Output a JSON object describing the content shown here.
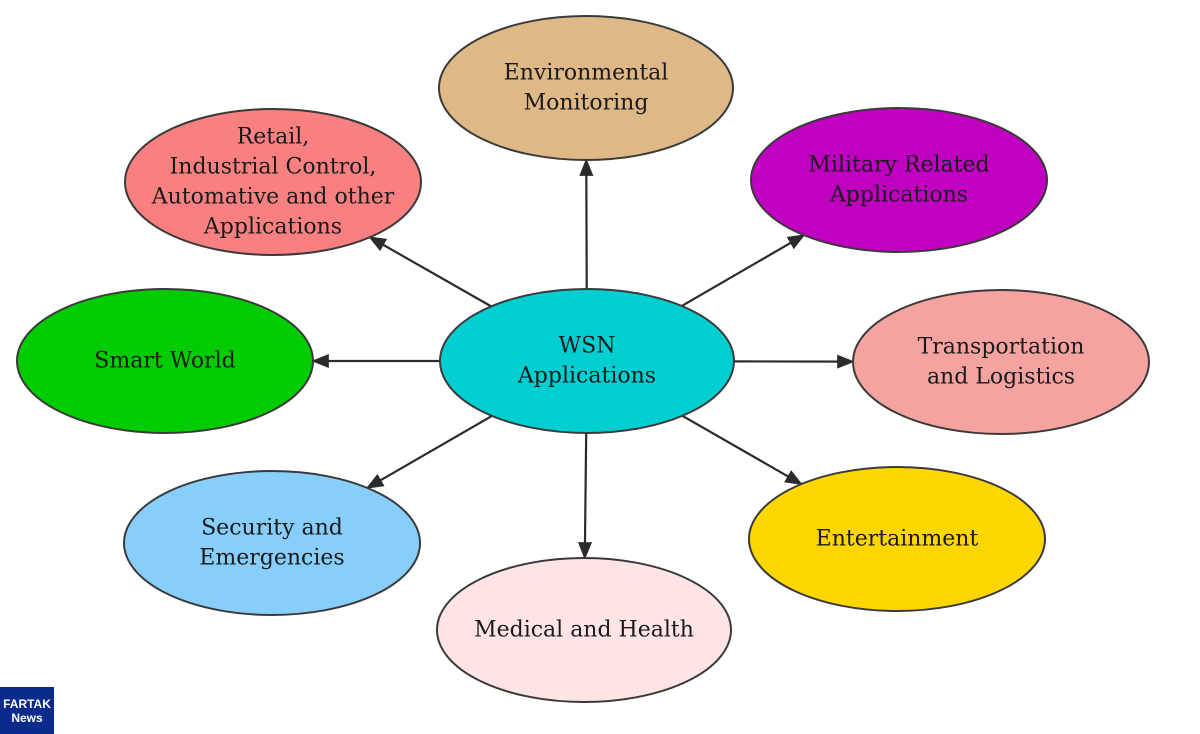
{
  "diagram": {
    "center": {
      "lines": [
        "WSN",
        "Applications"
      ],
      "color": "#00ced1"
    },
    "nodes": [
      {
        "id": "environmental-monitoring",
        "lines": [
          "Environmental",
          "Monitoring"
        ],
        "color": "#deb887"
      },
      {
        "id": "military-related-applications",
        "lines": [
          "Military Related",
          "Applications"
        ],
        "color": "#c000c0"
      },
      {
        "id": "transportation-and-logistics",
        "lines": [
          "Transportation",
          "and Logistics"
        ],
        "color": "#f4a3a0"
      },
      {
        "id": "entertainment",
        "lines": [
          "Entertainment"
        ],
        "color": "#ffd700"
      },
      {
        "id": "medical-and-health",
        "lines": [
          "Medical and Health"
        ],
        "color": "#ffe4e6"
      },
      {
        "id": "security-and-emergencies",
        "lines": [
          "Security and",
          "Emergencies"
        ],
        "color": "#87cefa"
      },
      {
        "id": "smart-world",
        "lines": [
          "Smart World"
        ],
        "color": "#00cc00"
      },
      {
        "id": "retail-industrial-control",
        "lines": [
          "Retail,",
          "Industrial Control,",
          "Automative and other",
          "Applications"
        ],
        "color": "#f88080"
      }
    ],
    "edge_color": "#2b2b2b"
  },
  "watermark": {
    "line1": "FARTAK",
    "line2": "News",
    "color": "#0a2a8c"
  }
}
